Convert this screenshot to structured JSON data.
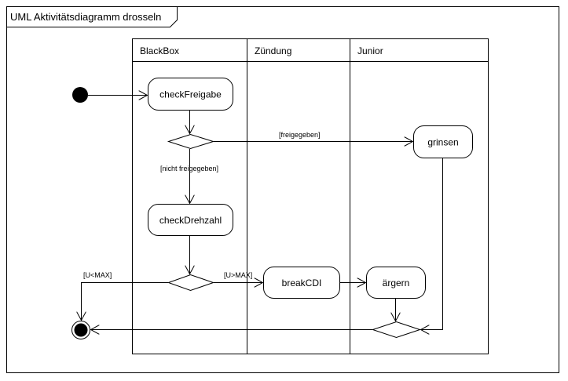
{
  "frame": {
    "title": "UML Aktivitätsdiagramm drosseln"
  },
  "lanes": [
    {
      "id": "blackbox",
      "label": "BlackBox"
    },
    {
      "id": "zuendung",
      "label": "Zündung"
    },
    {
      "id": "junior",
      "label": "Junior"
    }
  ],
  "nodes": {
    "check_freigabe": "checkFreigabe",
    "check_drehzahl": "checkDrehzahl",
    "grinsen": "grinsen",
    "break_cdi": "breakCDI",
    "aergern": "ärgern"
  },
  "guards": {
    "freigegeben": "[freigegeben]",
    "nicht_freigegeben": "[nicht freigegeben]",
    "u_lt_max": "[U<MAX]",
    "u_gt_max": "[U>MAX]"
  },
  "colors": {
    "line": "#000000",
    "background": "#ffffff"
  }
}
